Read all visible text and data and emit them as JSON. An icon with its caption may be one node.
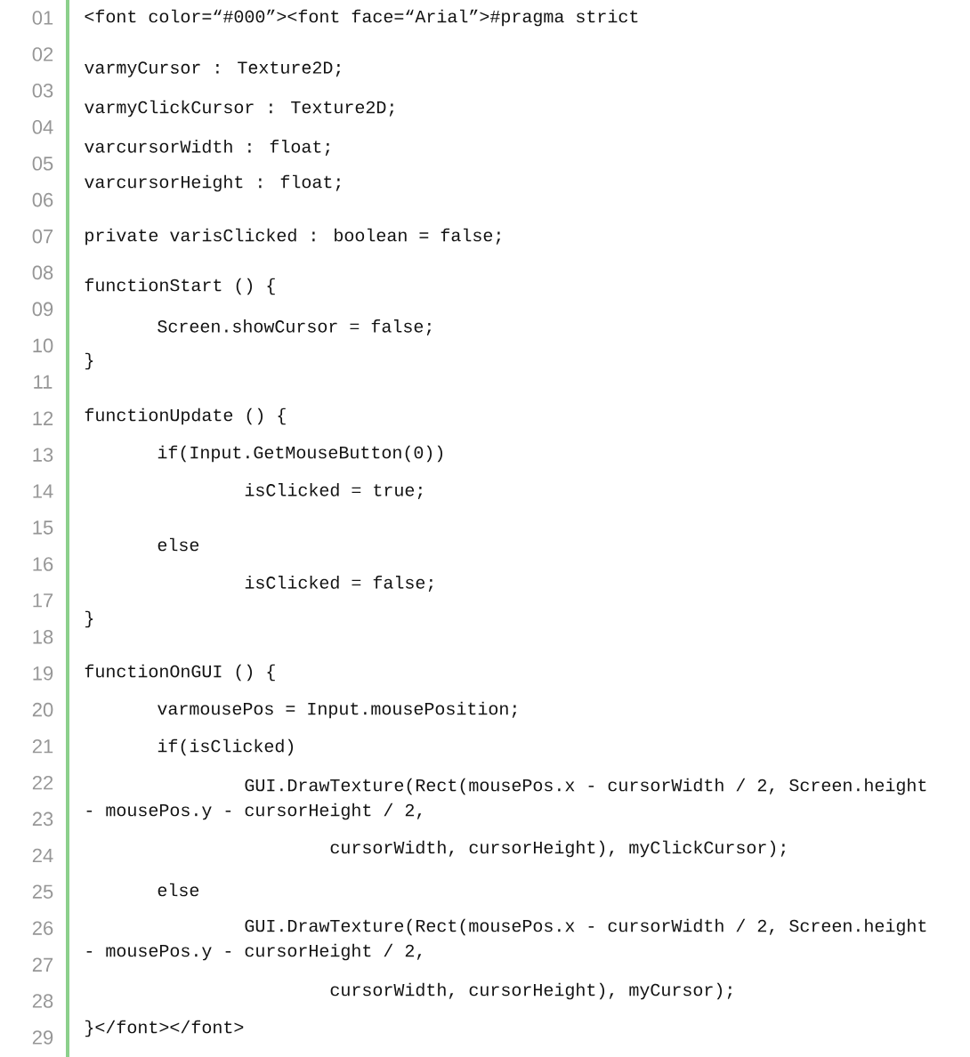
{
  "diagram": {
    "labels": [
      "01",
      "02",
      "03",
      "04",
      "05",
      "06",
      "07",
      "08",
      "09",
      "10",
      "11",
      "12",
      "13",
      "14",
      "15",
      "16",
      "17",
      "18",
      "19",
      "20",
      "21",
      "22",
      "23",
      "24",
      "25",
      "26",
      "27",
      "28",
      "29",
      "<font color=“#000”><font face=“Arial”>#pragma strict",
      "varmyCursor : Texture2D;",
      "varmyClickCursor : Texture2D;",
      "varcursorWidth : float;",
      "varcursorHeight : float;",
      "private varisClicked : boolean = false;",
      "functionStart () {",
      "Screen.showCursor = false;",
      "}",
      "functionUpdate () {",
      "if(Input.GetMouseButton(0))",
      "isClicked = true;",
      "else",
      "isClicked = false;",
      "}",
      "functionOnGUI () {",
      "varmousePos = Input.mousePosition;",
      "if(isClicked)",
      "GUI.DrawTexture(Rect(mousePos.x - cursorWidth / 2, Screen.height",
      "- mousePos.y - cursorHeight / 2,",
      "cursorWidth, cursorHeight), myClickCursor);",
      "else",
      "GUI.DrawTexture(Rect(mousePos.x - cursorWidth / 2, Screen.height",
      "- mousePos.y - cursorHeight / 2,",
      "cursorWidth, cursorHeight), myCursor);",
      "}</font></font>"
    ]
  }
}
